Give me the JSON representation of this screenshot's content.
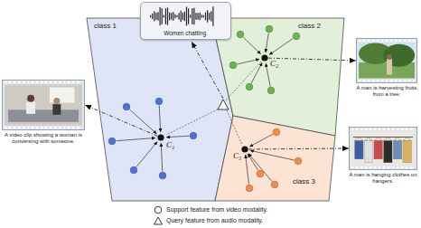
{
  "diagram": {
    "nodes": [
      {
        "text": [
          "Women chatting."
        ]
      },
      {
        "text": [
          "class 1"
        ]
      },
      {
        "text": [
          "class 2"
        ]
      },
      {
        "text": [
          "class 3"
        ]
      },
      {
        "text": [
          "C₁"
        ],
        "in": 1
      },
      {
        "text": [
          "C₂"
        ],
        "in": 2
      },
      {
        "text": [
          "C₃"
        ],
        "in": 3
      },
      {
        "text": [
          "A video clip showing a woman is conversing with someone."
        ]
      },
      {
        "text": [
          "A man is harvesting fruits from a tree."
        ]
      },
      {
        "text": [
          "A man is hanging clothes on hangers."
        ]
      }
    ],
    "edges": [
      {
        "from": 4,
        "to": 7,
        "arrow": "to"
      },
      {
        "from": 5,
        "to": 8,
        "arrow": "to"
      },
      {
        "from": 6,
        "to": 9,
        "arrow": "to"
      }
    ],
    "legend": [
      {
        "text": "Support feature from video modality."
      },
      {
        "text": "Query feature from audio modality."
      }
    ]
  }
}
